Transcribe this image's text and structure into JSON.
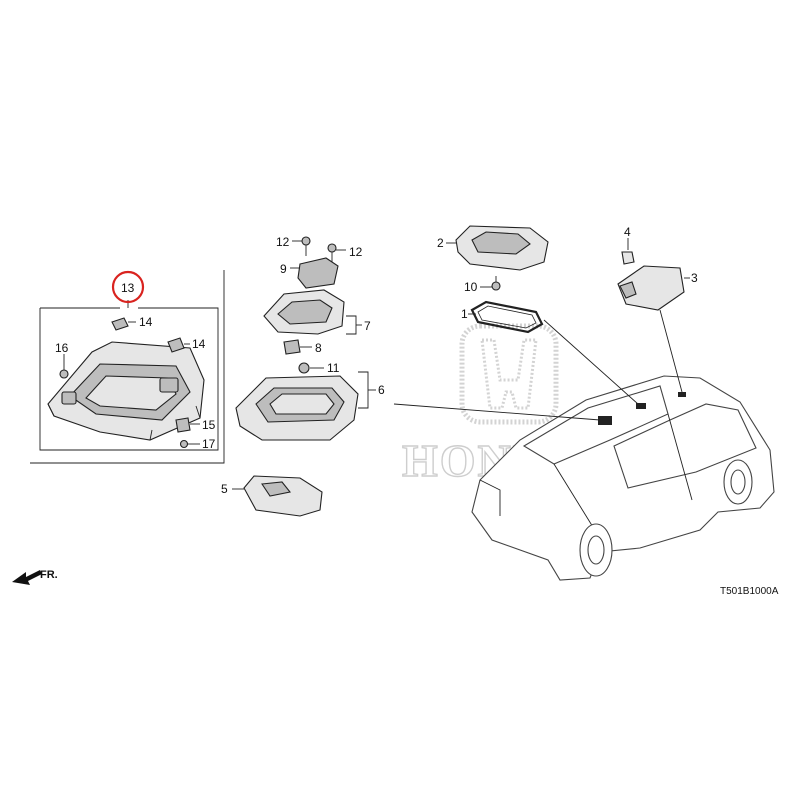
{
  "diagram": {
    "callouts": [
      {
        "id": "c1",
        "text": "1"
      },
      {
        "id": "c2",
        "text": "2"
      },
      {
        "id": "c3",
        "text": "3"
      },
      {
        "id": "c4",
        "text": "4"
      },
      {
        "id": "c5",
        "text": "5"
      },
      {
        "id": "c6",
        "text": "6"
      },
      {
        "id": "c7",
        "text": "7"
      },
      {
        "id": "c8",
        "text": "8"
      },
      {
        "id": "c9",
        "text": "9"
      },
      {
        "id": "c10",
        "text": "10"
      },
      {
        "id": "c11",
        "text": "11"
      },
      {
        "id": "c12a",
        "text": "12"
      },
      {
        "id": "c12b",
        "text": "12"
      },
      {
        "id": "c13",
        "text": "13"
      },
      {
        "id": "c14a",
        "text": "14"
      },
      {
        "id": "c14b",
        "text": "14"
      },
      {
        "id": "c15",
        "text": "15"
      },
      {
        "id": "c16",
        "text": "16"
      },
      {
        "id": "c17",
        "text": "17"
      }
    ],
    "front_arrow_label": "FR.",
    "diagram_code": "T501B1000A",
    "watermark_text": "HONDA",
    "highlight_color": "#d9231f"
  }
}
